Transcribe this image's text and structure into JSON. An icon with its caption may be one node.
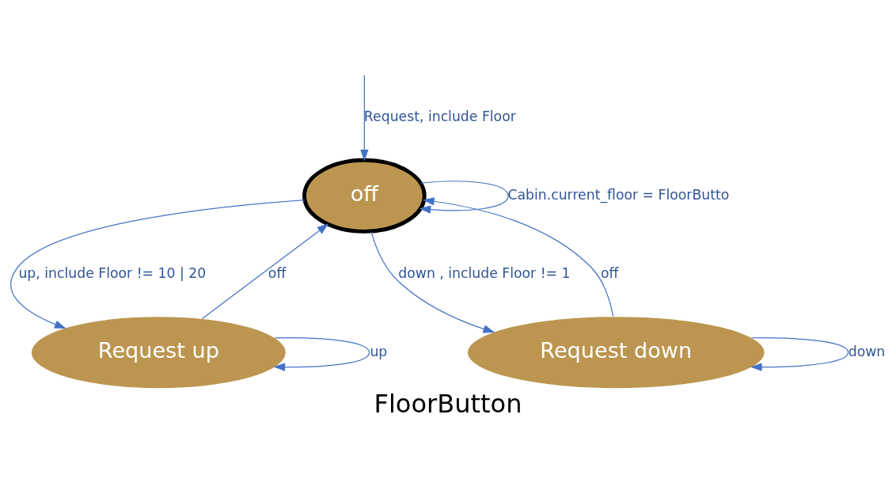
{
  "diagram": {
    "caption": "FloorButton",
    "nodes": [
      {
        "text": [
          "off"
        ]
      },
      {
        "text": [
          "Request up"
        ]
      },
      {
        "text": [
          "Request down"
        ]
      }
    ],
    "edges": [
      {
        "from": null,
        "to": 0,
        "arrow": "to",
        "label": "Request, include Floor"
      },
      {
        "from": 0,
        "to": 0,
        "arrow": "to",
        "label": "Cabin.current_floor = FloorButto"
      },
      {
        "from": 0,
        "to": 1,
        "arrow": "to",
        "label": "up, include Floor != 10 | 20"
      },
      {
        "from": 1,
        "to": 0,
        "arrow": "to",
        "label": "off"
      },
      {
        "from": 2,
        "to": 0,
        "arrow": "to",
        "label": "off"
      },
      {
        "from": 0,
        "to": 2,
        "arrow": "to",
        "label": "down , include Floor != 1"
      },
      {
        "from": 1,
        "to": 1,
        "arrow": "to",
        "label": "up"
      },
      {
        "from": 2,
        "to": 2,
        "arrow": "to",
        "label": "down"
      }
    ]
  }
}
